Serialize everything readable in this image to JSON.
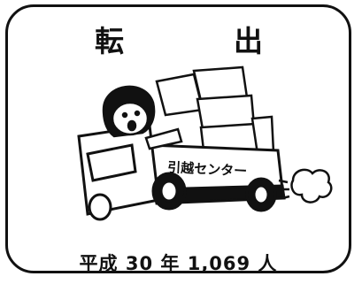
{
  "title": {
    "left": "転",
    "right": "出"
  },
  "illustration": {
    "truck_label": "引越センター"
  },
  "caption": "平成 30 年 1,069 人"
}
